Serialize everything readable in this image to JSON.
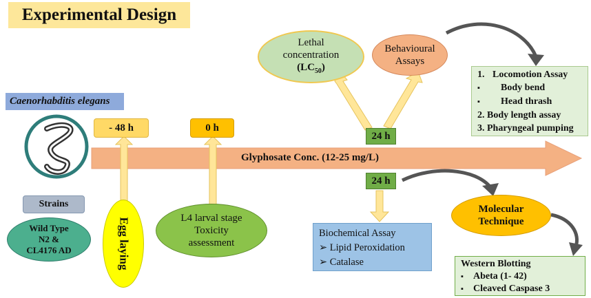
{
  "title": "Experimental Design",
  "organism": "Caenorhabditis elegans",
  "strains": {
    "label": "Strains",
    "detail": [
      "Wild Type",
      "N2 &",
      "CL4176 AD"
    ]
  },
  "egg_laying": "Egg laying",
  "timeline": {
    "minus48": "- 48 h",
    "zero": "0 h",
    "arrow_label": "Glyphosate Conc. (12-25 mg/L)",
    "t24_upper": "24 h",
    "t24_lower": "24 h"
  },
  "l4": [
    "L4 larval stage",
    "Toxicity",
    "assessment"
  ],
  "lethal": {
    "line1": "Lethal",
    "line2": "concentration",
    "line3_pre": "(LC",
    "line3_sub": "50",
    "line3_post": ")"
  },
  "behavioural": [
    "Behavioural",
    "Assays"
  ],
  "behaviour_list": [
    {
      "marker": "1.",
      "text": "Locomotion Assay",
      "indent": false
    },
    {
      "marker": "▪",
      "text": "Body bend",
      "indent": true
    },
    {
      "marker": "▪",
      "text": "Head thrash",
      "indent": true
    },
    {
      "marker": "",
      "text": "2. Body length assay",
      "indent": false
    },
    {
      "marker": "",
      "text": "3. Pharyngeal pumping",
      "indent": false
    }
  ],
  "biochemical": {
    "title": "Biochemical Assay",
    "items": [
      "Lipid Peroxidation",
      "Catalase"
    ]
  },
  "molecular": [
    "Molecular",
    "Technique"
  ],
  "western": {
    "title": "Western Blotting",
    "items": [
      "Abeta (1- 42)",
      "Cleaved Caspase 3"
    ]
  },
  "colors": {
    "timeline_arrow": "#f4b183",
    "yellow_box": "#ffd966",
    "orange_box": "#ffc000",
    "green_box": "#70ad47",
    "green_oval": "#8bc34a",
    "light_green": "#c5e0b4",
    "salmon": "#f4b183",
    "blue_box": "#9dc3e6",
    "list_green": "#e2f0d9",
    "teal": "#4caf8e",
    "grey_blue": "#adb9ca",
    "egg_yellow": "#ffff00",
    "up_arrow": "#ffe699"
  }
}
